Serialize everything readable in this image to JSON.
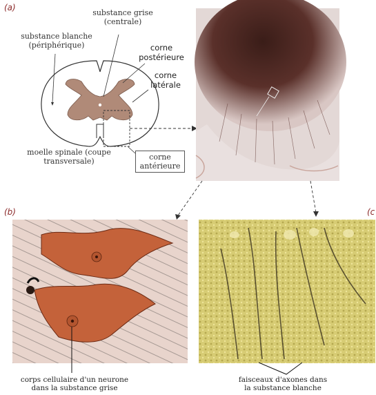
{
  "panels": {
    "a": {
      "letter": "(a)",
      "labels": {
        "substance_grise": "substance grise (centrale)",
        "substance_blanche": "substance blanche (périphérique)",
        "corne_posterieure": "corne postérieure",
        "corne_laterale": "corne latérale",
        "moelle_spinale": "moelle spinale (coupe transversale)",
        "corne_anterieure": "corne antérieure"
      }
    },
    "b": {
      "letter": "(b)",
      "caption": "corps cellulaire d'un neurone dans la substance grise"
    },
    "c": {
      "letter": "(c",
      "caption": "faisceaux d'axones dans la substance blanche"
    }
  },
  "colors": {
    "grey_matter": "#b08a78",
    "panel_letter": "#8b2a2a",
    "stain_b": "#c4623a",
    "stain_c": "#d9cf7a"
  }
}
